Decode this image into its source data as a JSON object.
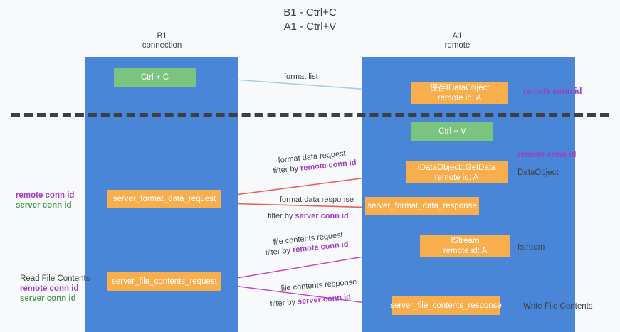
{
  "title": {
    "line1": "B1 - Ctrl+C",
    "line2": "A1 - Ctrl+V"
  },
  "lanes": [
    {
      "id": "b1",
      "name": "B1",
      "role": "connection"
    },
    {
      "id": "a1",
      "name": "A1",
      "role": "remote"
    }
  ],
  "boxes": {
    "ctrl_c": "Ctrl + C",
    "save_idataobject_l1": "保存IDataObject",
    "save_idataobject_l2": "remote id: A",
    "ctrl_v": "Ctrl + V",
    "getdata_l1": "IDataObject::GetData",
    "getdata_l2": "remote id: A",
    "server_format_data_request": "server_format_data_request",
    "server_format_data_response": "server_format_data_response",
    "istream_l1": "IStream",
    "istream_l2": "remote id: A",
    "server_file_contents_request": "server_file_contents_request",
    "server_file_contents_response": "server_file_contents_response"
  },
  "annotations": {
    "remote_conn_id_top": "remote conn id",
    "remote_conn_id_mid": "remote conn id",
    "dataobject": "DataObject",
    "istream": "Istream",
    "write_file_contents": "Write File Contents",
    "read_file_contents": "Read File Contents",
    "remote_conn_id": "remote conn id",
    "server_conn_id": "server conn id"
  },
  "edge_labels": {
    "format_list": "format list",
    "format_data_request": "format data request",
    "filter_by": "filter by ",
    "remote_conn_id": "remote conn id",
    "server_conn_id": "server conn id",
    "format_data_response": "format data response",
    "file_contents_request": "file contents request",
    "file_contents_response": "file contents response"
  },
  "colors": {
    "lane_blue": "#4a86d8",
    "box_green": "#7bc47f",
    "box_orange": "#f9ae4d",
    "accent_purple": "#a23bc4",
    "accent_green": "#4a9c58",
    "arrow_red": "#e8615f",
    "arrow_lightblue": "#a8cdea",
    "arrow_magenta": "#c43bc4",
    "arrow_black": "#1a1a1a",
    "page_bg": "#f8f9fa"
  }
}
